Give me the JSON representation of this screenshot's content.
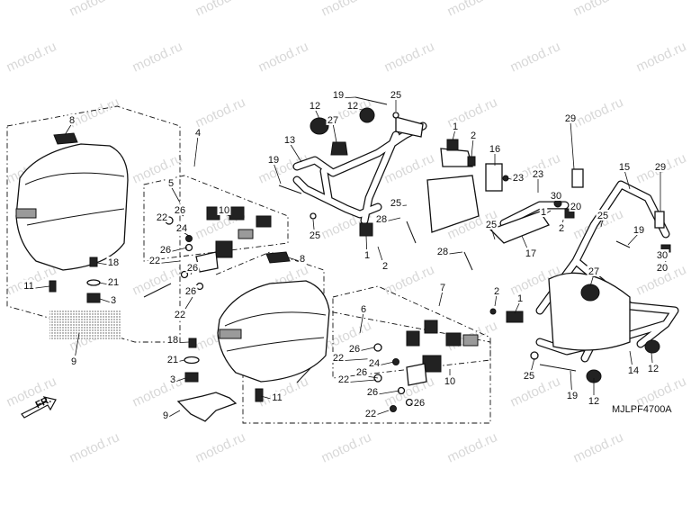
{
  "diagram": {
    "code": "MJLPF4700A",
    "watermark": "motod.ru",
    "direction_label": "FR.",
    "callouts": [
      {
        "id": "c8a",
        "text": "8"
      },
      {
        "id": "c4",
        "text": "4"
      },
      {
        "id": "c5",
        "text": "5"
      },
      {
        "id": "c22a",
        "text": "22"
      },
      {
        "id": "c26a",
        "text": "26"
      },
      {
        "id": "c24a",
        "text": "24"
      },
      {
        "id": "c10a",
        "text": "10"
      },
      {
        "id": "c26b",
        "text": "26"
      },
      {
        "id": "c22b",
        "text": "22"
      },
      {
        "id": "c26c",
        "text": "26"
      },
      {
        "id": "c26d",
        "text": "26"
      },
      {
        "id": "c22c",
        "text": "22"
      },
      {
        "id": "c18a",
        "text": "18"
      },
      {
        "id": "c11a",
        "text": "11"
      },
      {
        "id": "c21a",
        "text": "21"
      },
      {
        "id": "c3a",
        "text": "3"
      },
      {
        "id": "c9a",
        "text": "9"
      },
      {
        "id": "c8b",
        "text": "8"
      },
      {
        "id": "c7",
        "text": "7"
      },
      {
        "id": "c6",
        "text": "6"
      },
      {
        "id": "c18b",
        "text": "18"
      },
      {
        "id": "c21b",
        "text": "21"
      },
      {
        "id": "c3b",
        "text": "3"
      },
      {
        "id": "c11b",
        "text": "11"
      },
      {
        "id": "c9b",
        "text": "9"
      },
      {
        "id": "c26e",
        "text": "26"
      },
      {
        "id": "c22d",
        "text": "22"
      },
      {
        "id": "c24b",
        "text": "24"
      },
      {
        "id": "c26f",
        "text": "26"
      },
      {
        "id": "c22e",
        "text": "22"
      },
      {
        "id": "c10b",
        "text": "10"
      },
      {
        "id": "c26g",
        "text": "26"
      },
      {
        "id": "c22f",
        "text": "22"
      },
      {
        "id": "c26h",
        "text": "26"
      },
      {
        "id": "c19a",
        "text": "19"
      },
      {
        "id": "c25a",
        "text": "25"
      },
      {
        "id": "c12a",
        "text": "12"
      },
      {
        "id": "c12b",
        "text": "12"
      },
      {
        "id": "c27a",
        "text": "27"
      },
      {
        "id": "c13",
        "text": "13"
      },
      {
        "id": "c1a",
        "text": "1"
      },
      {
        "id": "c2a",
        "text": "2"
      },
      {
        "id": "c16",
        "text": "16"
      },
      {
        "id": "c19b",
        "text": "19"
      },
      {
        "id": "c23a",
        "text": "23"
      },
      {
        "id": "c25b",
        "text": "25"
      },
      {
        "id": "c28a",
        "text": "28"
      },
      {
        "id": "c25c",
        "text": "25"
      },
      {
        "id": "c1b",
        "text": "1"
      },
      {
        "id": "c2b",
        "text": "2"
      },
      {
        "id": "c28b",
        "text": "28"
      },
      {
        "id": "c29a",
        "text": "29"
      },
      {
        "id": "c15",
        "text": "15"
      },
      {
        "id": "c29b",
        "text": "29"
      },
      {
        "id": "c23b",
        "text": "23"
      },
      {
        "id": "c30a",
        "text": "30"
      },
      {
        "id": "c20a",
        "text": "20"
      },
      {
        "id": "c25d",
        "text": "25"
      },
      {
        "id": "c1c",
        "text": "1"
      },
      {
        "id": "c2c",
        "text": "2"
      },
      {
        "id": "c25e",
        "text": "25"
      },
      {
        "id": "c17",
        "text": "17"
      },
      {
        "id": "c19c",
        "text": "19"
      },
      {
        "id": "c30b",
        "text": "30"
      },
      {
        "id": "c20b",
        "text": "20"
      },
      {
        "id": "c27b",
        "text": "27"
      },
      {
        "id": "c2d",
        "text": "2"
      },
      {
        "id": "c1d",
        "text": "1"
      },
      {
        "id": "c25f",
        "text": "25"
      },
      {
        "id": "c19d",
        "text": "19"
      },
      {
        "id": "c12c",
        "text": "12"
      },
      {
        "id": "c14",
        "text": "14"
      },
      {
        "id": "c12d",
        "text": "12"
      }
    ]
  },
  "colors": {
    "ink": "#111111",
    "paper": "#ffffff",
    "watermark": "#d8d8d8"
  }
}
